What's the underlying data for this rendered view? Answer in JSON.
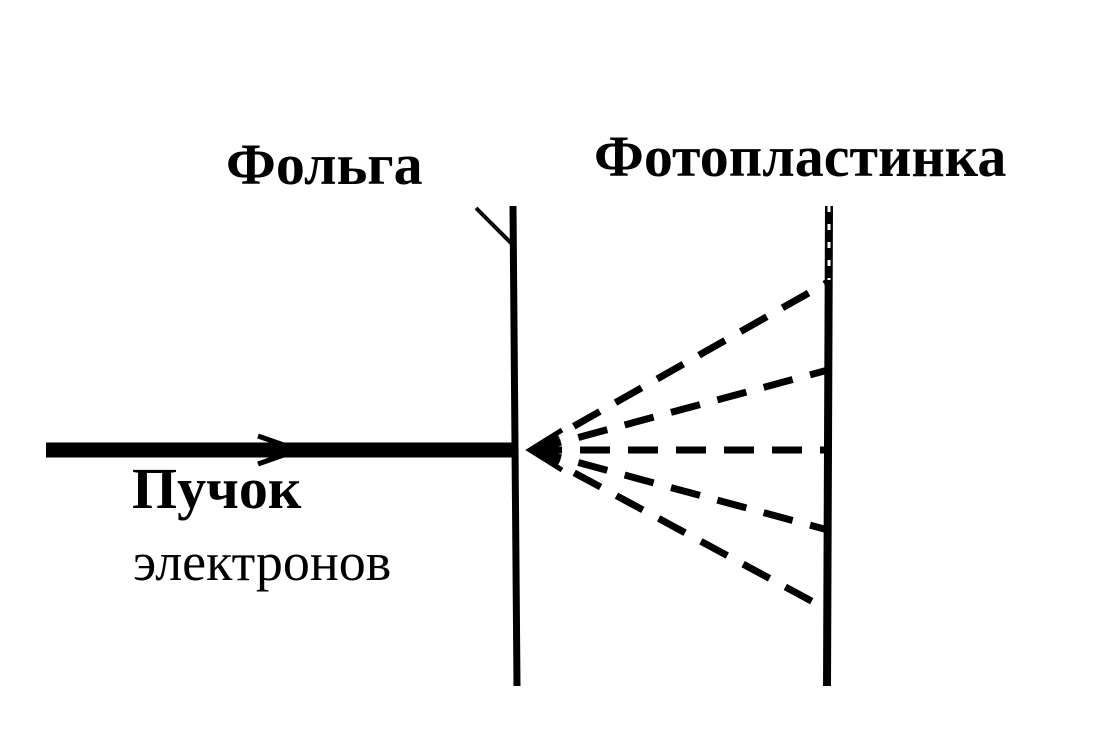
{
  "labels": {
    "foil": "Фольга",
    "photoplate": "Фотопластинка",
    "beam_line1": "Пучок",
    "beam_line2": "электронов"
  },
  "colors": {
    "ink": "#000000",
    "background": "#ffffff"
  },
  "icons": {
    "beam_arrow": "arrow-right-icon",
    "scatter_arrow": "arrow-left-icon"
  }
}
